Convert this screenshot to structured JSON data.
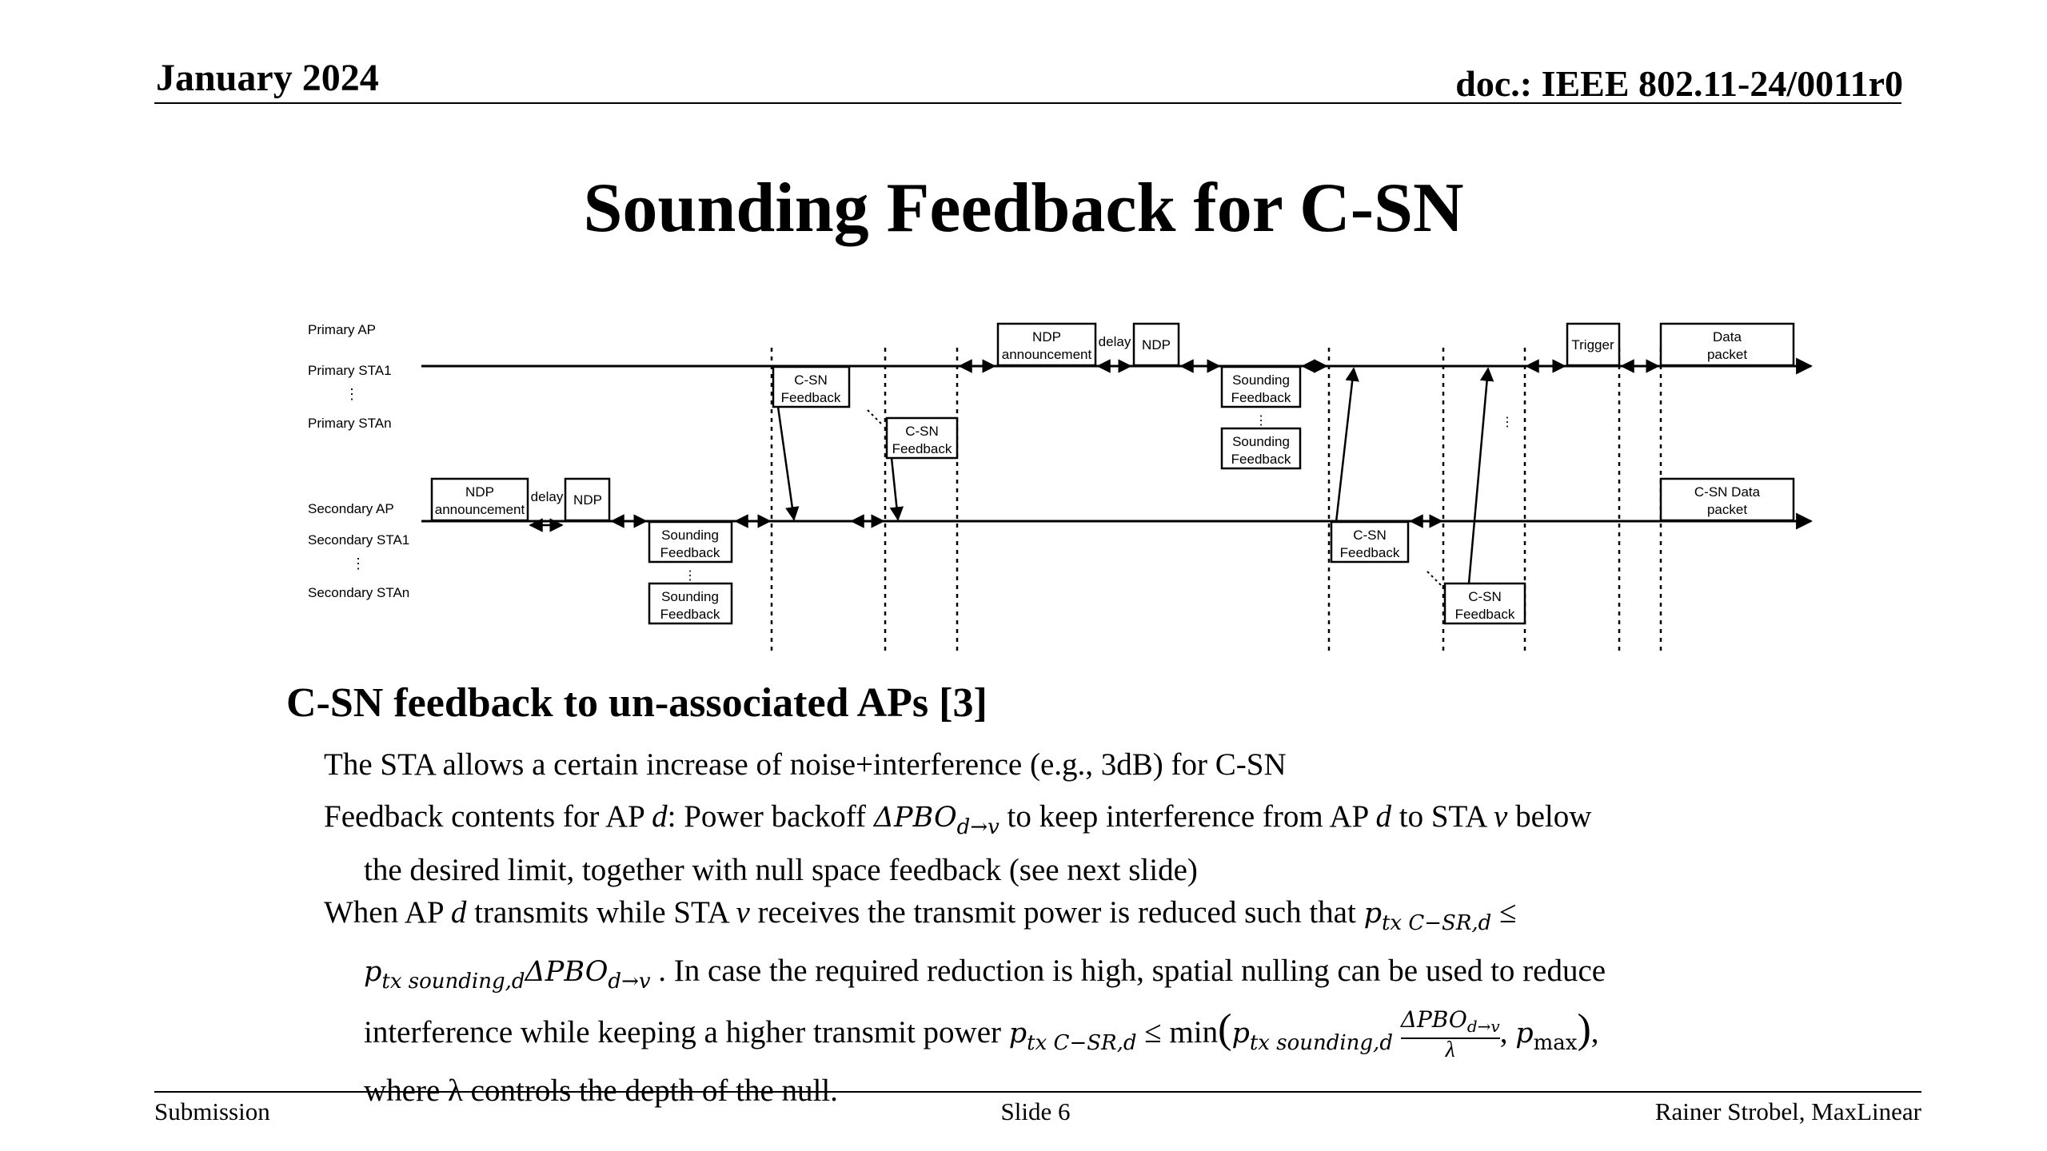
{
  "header": {
    "date": "January 2024",
    "doc_id": "doc.: IEEE 802.11-24/0011r0"
  },
  "slide_title": "Sounding Feedback for C-SN",
  "diagram": {
    "row_labels": {
      "primary_ap": "Primary AP",
      "primary_sta1": "Primary STA1",
      "primary_stan": "Primary STAn",
      "secondary_ap": "Secondary AP",
      "secondary_sta1": "Secondary STA1",
      "secondary_stan": "Secondary STAn"
    },
    "boxes": {
      "ndp_announcement_line1": "NDP",
      "ndp_announcement_line2": "announcement",
      "delay": "delay",
      "ndp": "NDP",
      "sounding_line1": "Sounding",
      "sounding_line2": "Feedback",
      "csn_line1": "C-SN",
      "csn_line2": "Feedback",
      "trigger": "Trigger",
      "data_line1": "Data",
      "data_line2": "packet",
      "csn_data_line1": "C-SN Data",
      "csn_data_line2": "packet"
    }
  },
  "section_heading": "C-SN feedback to un-associated APs [3]",
  "bullets": {
    "b1": "The STA allows a certain increase of noise+interference (e.g., 3dB)  for C-SN",
    "b2_a": "Feedback contents for AP ",
    "b2_d": "d",
    "b2_b": ": Power backoff ",
    "b2_pbo": "ΔPBO",
    "b2_pbo_sub": "d→v",
    "b2_c": " to keep interference from AP ",
    "b2_d2": "d",
    "b2_e": " to STA ",
    "b2_v": "v",
    "b2_f": " below",
    "b2_line2": "the desired limit, together with null space feedback (see next slide)",
    "b3_a": "When AP ",
    "b3_d": "d",
    "b3_b": " transmits while STA ",
    "b3_v": "v",
    "b3_c": " receives the transmit power is reduced such that ",
    "b3_p1": "p",
    "b3_p1_sub": "tx C−SR,d",
    "b3_le": " ≤",
    "b3_p2": "p",
    "b3_p2_sub": "tx sounding,d",
    "b3_pbo": "ΔPBO",
    "b3_pbo_sub": "d→v",
    "b3_d_text": " . In case the required reduction is high, spatial nulling can be used to reduce",
    "b3_line3a": "interference while keeping a higher transmit power ",
    "b3_p3": "p",
    "b3_p3_sub": "tx C−SR,d",
    "b3_min": " ≤ min",
    "b3_p4": "p",
    "b3_p4_sub": "tx sounding,d",
    "b3_frac_num": "ΔPBO",
    "b3_frac_num_sub": "d→v",
    "b3_frac_den": "λ",
    "b3_pmax": "p",
    "b3_pmax_sub": "max",
    "b3_line4": "where λ controls the depth of the null."
  },
  "footer": {
    "left": "Submission",
    "center": "Slide 6",
    "right": "Rainer Strobel, MaxLinear"
  }
}
